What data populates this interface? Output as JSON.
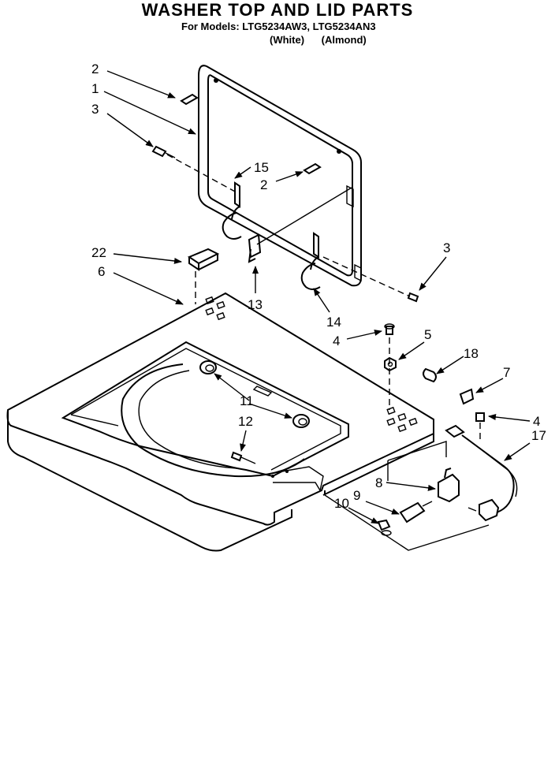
{
  "header": {
    "title": "WASHER TOP AND LID PARTS",
    "models_line": "For Models: LTG5234AW3, LTG5234AN3",
    "variant_white": "(White)",
    "variant_almond": "(Almond)"
  },
  "callouts": [
    {
      "id": "c2a",
      "label": "2"
    },
    {
      "id": "c1",
      "label": "1"
    },
    {
      "id": "c3a",
      "label": "3"
    },
    {
      "id": "c15",
      "label": "15"
    },
    {
      "id": "c2b",
      "label": "2"
    },
    {
      "id": "c22",
      "label": "22"
    },
    {
      "id": "c6",
      "label": "6"
    },
    {
      "id": "c13",
      "label": "13"
    },
    {
      "id": "c14",
      "label": "14"
    },
    {
      "id": "c3b",
      "label": "3"
    },
    {
      "id": "c4a",
      "label": "4"
    },
    {
      "id": "c5",
      "label": "5"
    },
    {
      "id": "c18",
      "label": "18"
    },
    {
      "id": "c7",
      "label": "7"
    },
    {
      "id": "c11",
      "label": "11"
    },
    {
      "id": "c12",
      "label": "12"
    },
    {
      "id": "c4b",
      "label": "4"
    },
    {
      "id": "c17",
      "label": "17"
    },
    {
      "id": "c8",
      "label": "8"
    },
    {
      "id": "c9",
      "label": "9"
    },
    {
      "id": "c10",
      "label": "10"
    }
  ]
}
